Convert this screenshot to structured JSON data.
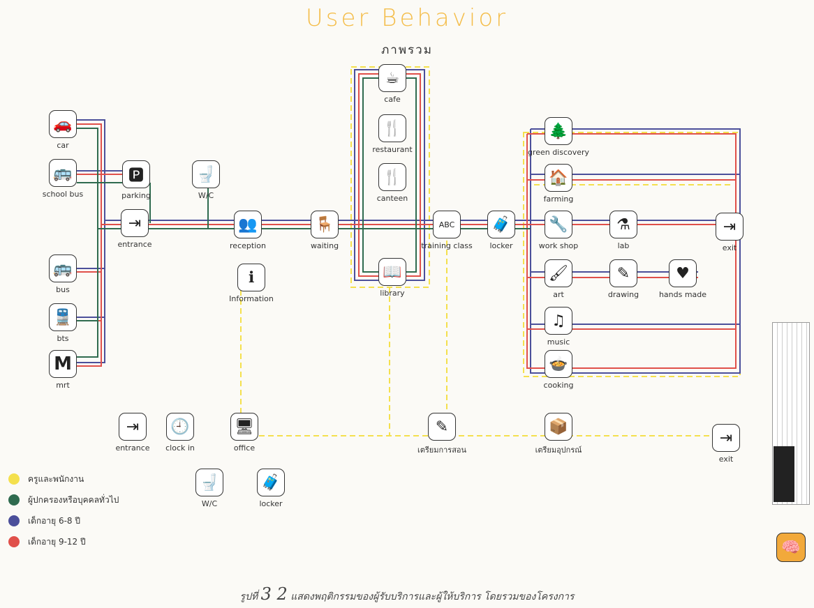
{
  "title": "User Behavior",
  "subtitle": "ภาพรวม",
  "caption": {
    "prefix": "รูปที่ ",
    "number": "3 2",
    "text": " แสดงพฤติกรรมของผู้รับบริการและผู้ให้บริการ โดยรวมของโครงการ"
  },
  "colors": {
    "yellow": "#f4e04d",
    "green": "#2f6b4f",
    "purple": "#4b4f9a",
    "red": "#e0504a"
  },
  "nodes": [
    {
      "id": "car",
      "label": "car",
      "icon": "car-icon",
      "glyph": "🚗"
    },
    {
      "id": "school-bus",
      "label": "school bus",
      "icon": "school-bus-icon",
      "glyph": "🚌"
    },
    {
      "id": "parking",
      "label": "parking",
      "icon": "parking-icon",
      "glyph": "🅿"
    },
    {
      "id": "wc",
      "label": "W/C",
      "icon": "toilet-icon",
      "glyph": "🚽"
    },
    {
      "id": "entrance",
      "label": "entrance",
      "icon": "entrance-door-icon",
      "glyph": "⇥"
    },
    {
      "id": "reception",
      "label": "reception",
      "icon": "reception-icon",
      "glyph": "👥"
    },
    {
      "id": "information",
      "label": "Information",
      "icon": "information-icon",
      "glyph": "ℹ"
    },
    {
      "id": "waiting",
      "label": "waiting",
      "icon": "waiting-seat-icon",
      "glyph": "🪑"
    },
    {
      "id": "cafe",
      "label": "cafe",
      "icon": "coffee-cup-icon",
      "glyph": "☕"
    },
    {
      "id": "restaurant",
      "label": "restaurant",
      "icon": "restaurant-icon",
      "glyph": "🍴"
    },
    {
      "id": "canteen",
      "label": "canteen",
      "icon": "canteen-icon",
      "glyph": "🍴"
    },
    {
      "id": "library",
      "label": "library",
      "icon": "book-icon",
      "glyph": "📖"
    },
    {
      "id": "training",
      "label": "training class",
      "icon": "blackboard-icon",
      "glyph": "ABC"
    },
    {
      "id": "locker",
      "label": "locker",
      "icon": "locker-icon",
      "glyph": "🧳"
    },
    {
      "id": "bus",
      "label": "bus",
      "icon": "bus-icon",
      "glyph": "🚌"
    },
    {
      "id": "bts",
      "label": "bts",
      "icon": "bts-train-icon",
      "glyph": "🚆"
    },
    {
      "id": "mrt",
      "label": "mrt",
      "icon": "mrt-icon",
      "glyph": "M"
    },
    {
      "id": "green",
      "label": "green discovery",
      "icon": "trees-icon",
      "glyph": "🌲"
    },
    {
      "id": "farming",
      "label": "farming",
      "icon": "barn-icon",
      "glyph": "🏠"
    },
    {
      "id": "workshop",
      "label": "work shop",
      "icon": "tools-icon",
      "glyph": "🔧"
    },
    {
      "id": "lab",
      "label": "lab",
      "icon": "flask-icon",
      "glyph": "⚗"
    },
    {
      "id": "exit",
      "label": "exit",
      "icon": "exit-door-icon",
      "glyph": "⇥"
    },
    {
      "id": "art",
      "label": "art",
      "icon": "paint-brush-icon",
      "glyph": "🖌"
    },
    {
      "id": "drawing",
      "label": "drawing",
      "icon": "pencil-icon",
      "glyph": "✎"
    },
    {
      "id": "handmade",
      "label": "hands made",
      "icon": "heart-hands-icon",
      "glyph": "♥"
    },
    {
      "id": "music",
      "label": "music",
      "icon": "music-note-icon",
      "glyph": "♫"
    },
    {
      "id": "cooking",
      "label": "cooking",
      "icon": "cooking-pot-icon",
      "glyph": "🍲"
    },
    {
      "id": "entrance2",
      "label": "entrance",
      "icon": "entrance-door-icon",
      "glyph": "⇥"
    },
    {
      "id": "clockin",
      "label": "clock in",
      "icon": "clock-icon",
      "glyph": "🕘"
    },
    {
      "id": "office",
      "label": "office",
      "icon": "office-desk-icon",
      "glyph": "🖥"
    },
    {
      "id": "prep-teach",
      "label": "เตรียมการสอน",
      "icon": "lesson-prep-icon",
      "glyph": "✎"
    },
    {
      "id": "prep-equip",
      "label": "เตรียมอุปกรณ์",
      "icon": "box-icon",
      "glyph": "📦"
    },
    {
      "id": "exit2",
      "label": "exit",
      "icon": "exit-door-icon",
      "glyph": "⇥"
    },
    {
      "id": "wc2",
      "label": "W/C",
      "icon": "toilet-icon",
      "glyph": "🚽"
    },
    {
      "id": "locker2",
      "label": "locker",
      "icon": "locker-icon",
      "glyph": "🧳"
    }
  ],
  "legend": [
    {
      "label": "ครูและพนักงาน",
      "color": "#f4e04d"
    },
    {
      "label": "ผู้ปกครองหรือบุคคลทั่วไป",
      "color": "#2f6b4f"
    },
    {
      "label": "เด็กอายุ 6-8 ปี",
      "color": "#4b4f9a"
    },
    {
      "label": "เด็กอายุ 9-12 ปี",
      "color": "#e0504a"
    }
  ]
}
